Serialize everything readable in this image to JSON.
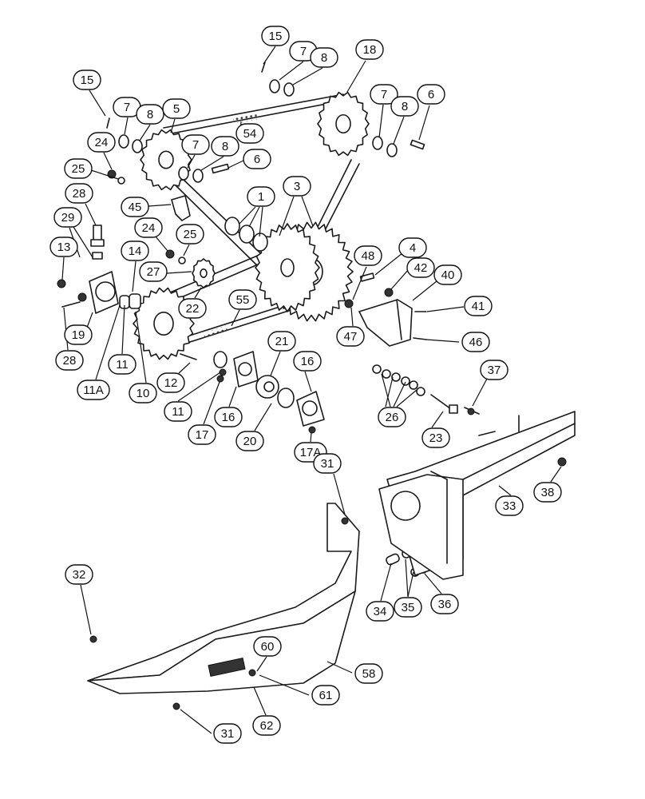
{
  "callouts": [
    {
      "label": "15"
    },
    {
      "label": "7"
    },
    {
      "label": "8"
    },
    {
      "label": "18"
    },
    {
      "label": "15"
    },
    {
      "label": "7"
    },
    {
      "label": "8"
    },
    {
      "label": "5"
    },
    {
      "label": "7"
    },
    {
      "label": "8"
    },
    {
      "label": "6"
    },
    {
      "label": "54"
    },
    {
      "label": "24"
    },
    {
      "label": "7"
    },
    {
      "label": "8"
    },
    {
      "label": "6"
    },
    {
      "label": "25"
    },
    {
      "label": "28"
    },
    {
      "label": "45"
    },
    {
      "label": "1"
    },
    {
      "label": "3"
    },
    {
      "label": "29"
    },
    {
      "label": "24"
    },
    {
      "label": "25"
    },
    {
      "label": "13"
    },
    {
      "label": "14"
    },
    {
      "label": "27"
    },
    {
      "label": "48"
    },
    {
      "label": "4"
    },
    {
      "label": "42"
    },
    {
      "label": "40"
    },
    {
      "label": "22"
    },
    {
      "label": "55"
    },
    {
      "label": "41"
    },
    {
      "label": "19"
    },
    {
      "label": "47"
    },
    {
      "label": "46"
    },
    {
      "label": "28"
    },
    {
      "label": "21"
    },
    {
      "label": "16"
    },
    {
      "label": "11"
    },
    {
      "label": "12"
    },
    {
      "label": "37"
    },
    {
      "label": "11A"
    },
    {
      "label": "10"
    },
    {
      "label": "11"
    },
    {
      "label": "16"
    },
    {
      "label": "26"
    },
    {
      "label": "17"
    },
    {
      "label": "20"
    },
    {
      "label": "23"
    },
    {
      "label": "17A"
    },
    {
      "label": "31"
    },
    {
      "label": "33"
    },
    {
      "label": "38"
    },
    {
      "label": "32"
    },
    {
      "label": "34"
    },
    {
      "label": "35"
    },
    {
      "label": "36"
    },
    {
      "label": "60"
    },
    {
      "label": "58"
    },
    {
      "label": "61"
    },
    {
      "label": "31"
    },
    {
      "label": "62"
    }
  ]
}
